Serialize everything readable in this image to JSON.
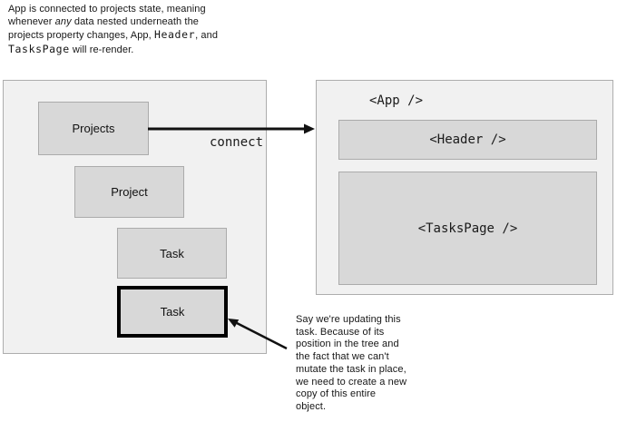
{
  "caption_top": {
    "segments": [
      {
        "text": "App is connected to projects state, meaning\nwhenever ",
        "style": "plain"
      },
      {
        "text": "any",
        "style": "italic"
      },
      {
        "text": " data nested underneath the\nprojects property changes, App, ",
        "style": "plain"
      },
      {
        "text": "Header",
        "style": "mono"
      },
      {
        "text": ", and\n",
        "style": "plain"
      },
      {
        "text": "TasksPage",
        "style": "mono"
      },
      {
        "text": " will re-render.",
        "style": "plain"
      }
    ]
  },
  "caption_bottom": {
    "lines": [
      "Say we're updating this",
      "task. Because of its",
      "position in the tree and",
      "the fact that we can't",
      "mutate the task in place,",
      "we need to create a new",
      "copy of this entire",
      "object."
    ]
  },
  "state_tree": {
    "boxes": [
      {
        "label": "Projects",
        "highlighted": false
      },
      {
        "label": "Project",
        "highlighted": false
      },
      {
        "label": "Task",
        "highlighted": false
      },
      {
        "label": "Task",
        "highlighted": true
      }
    ]
  },
  "component_tree": {
    "title": "<App />",
    "children": [
      {
        "label": "<Header />"
      },
      {
        "label": "<TasksPage />"
      }
    ]
  },
  "connect_label": "connect",
  "colors": {
    "panel_fill": "#f1f1f1",
    "panel_border": "#adadad",
    "node_fill": "#d8d8d8",
    "node_border": "#ababab",
    "highlight_border": "#000000",
    "arrow": "#111111",
    "text": "#161616"
  }
}
